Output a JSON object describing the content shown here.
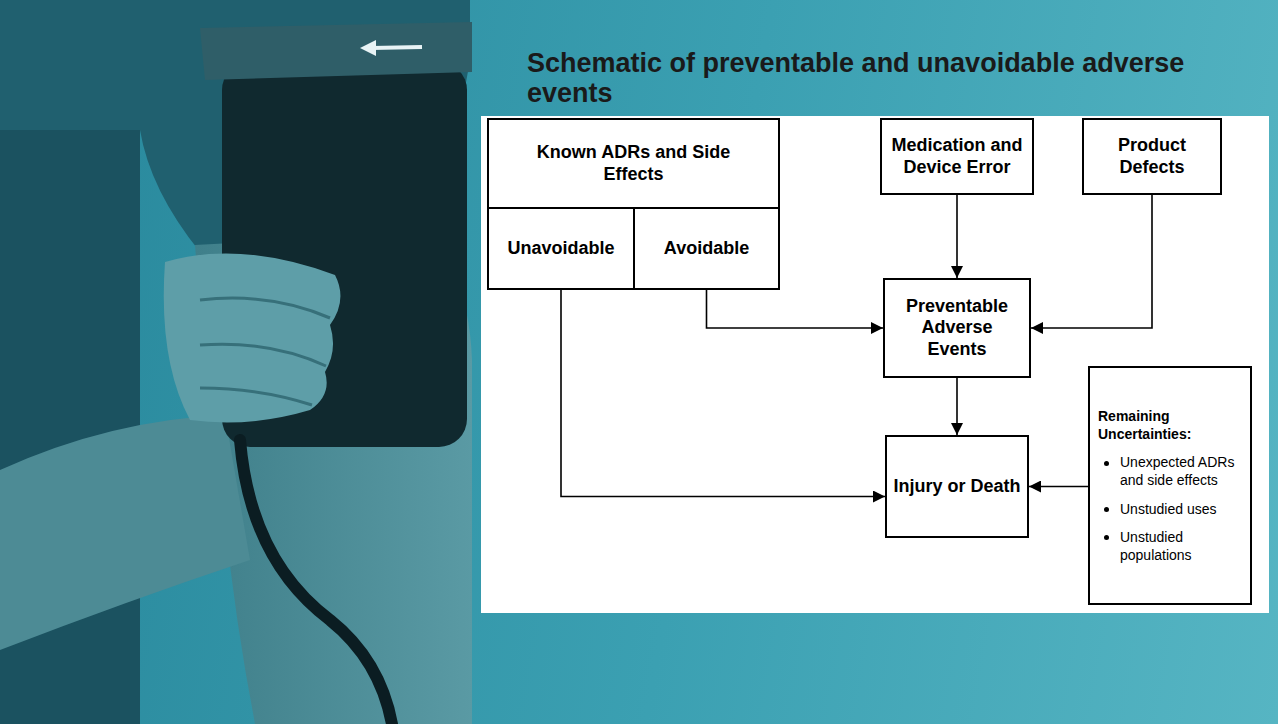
{
  "diagram": {
    "title": "Schematic of preventable and unavoidable adverse events",
    "nodes": [
      {
        "text": [
          "Known ADRs and Side Effects"
        ]
      },
      {
        "text": [
          "Unavoidable"
        ],
        "in": 0
      },
      {
        "text": [
          "Avoidable"
        ],
        "in": 0
      },
      {
        "text": [
          "Medication and Device Error"
        ]
      },
      {
        "text": [
          "Product Defects"
        ]
      },
      {
        "text": [
          "Preventable Adverse Events"
        ]
      },
      {
        "text": [
          "Injury or Death"
        ]
      },
      {
        "text": [
          "Remaining Uncertainties:",
          "Unexpected ADRs and side effects",
          "Unstudied uses",
          "Unstudied populations"
        ]
      }
    ],
    "edges": [
      {
        "from": 1,
        "to": 6,
        "arrow": "to"
      },
      {
        "from": 2,
        "to": 5,
        "arrow": "to"
      },
      {
        "from": 3,
        "to": 5,
        "arrow": "to"
      },
      {
        "from": 4,
        "to": 5,
        "arrow": "to"
      },
      {
        "from": 5,
        "to": 6,
        "arrow": "to"
      },
      {
        "from": 7,
        "to": 6,
        "arrow": "to"
      }
    ]
  }
}
